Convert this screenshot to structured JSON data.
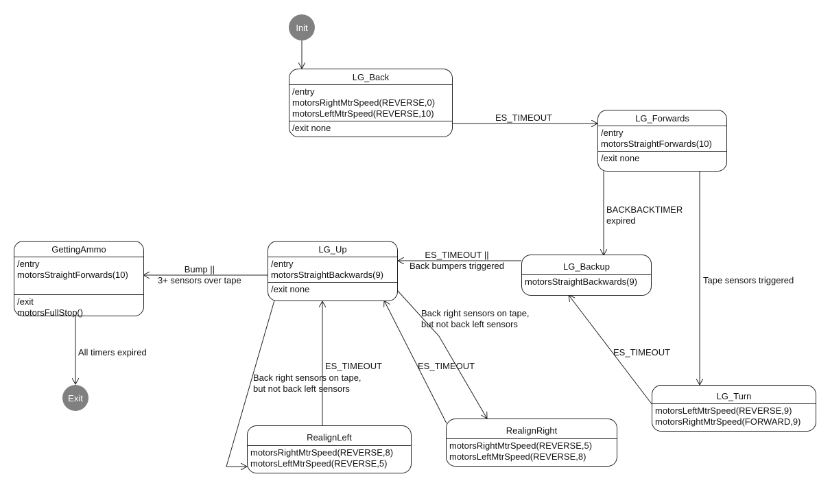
{
  "pseudostates": {
    "init": "Init",
    "exit": "Exit"
  },
  "states": {
    "lg_back": {
      "name": "LG_Back",
      "entry": [
        "/entry",
        "motorsRightMtrSpeed(REVERSE,0)",
        "motorsLeftMtrSpeed(REVERSE,10)"
      ],
      "exit": [
        "/exit none"
      ]
    },
    "lg_forwards": {
      "name": "LG_Forwards",
      "entry": [
        "/entry",
        "motorsStraightForwards(10)"
      ],
      "exit": [
        "/exit none"
      ]
    },
    "getting_ammo": {
      "name": "GettingAmmo",
      "entry": [
        "/entry",
        "motorsStraightForwards(10)"
      ],
      "exit": [
        "/exit",
        "motorsFullStop()"
      ]
    },
    "lg_up": {
      "name": "LG_Up",
      "entry": [
        "/entry",
        "motorsStraightBackwards(9)"
      ],
      "exit": [
        "/exit none"
      ]
    },
    "lg_backup": {
      "name": "LG_Backup",
      "entry": [
        "motorsStraightBackwards(9)"
      ]
    },
    "lg_turn": {
      "name": "LG_Turn",
      "entry": [
        "motorsLeftMtrSpeed(REVERSE,9)",
        "motorsRightMtrSpeed(FORWARD,9)"
      ]
    },
    "realign_left": {
      "name": "RealignLeft",
      "entry": [
        "motorsRightMtrSpeed(REVERSE,8)",
        "motorsLeftMtrSpeed(REVERSE,5)"
      ]
    },
    "realign_right": {
      "name": "RealignRight",
      "entry": [
        "motorsRightMtrSpeed(REVERSE,5)",
        "motorsLeftMtrSpeed(REVERSE,8)"
      ]
    }
  },
  "transitions": {
    "back_to_forwards": "ES_TIMEOUT",
    "forwards_to_backup": [
      "BACKBACKTIMER",
      "expired"
    ],
    "forwards_to_turn": "Tape sensors triggered",
    "backup_to_up": [
      "ES_TIMEOUT ||",
      "Back bumpers triggered"
    ],
    "up_to_ammo": [
      "Bump ||",
      "3+ sensors over tape"
    ],
    "ammo_to_exit": "All timers expired",
    "up_to_realign_right": [
      "Back right sensors on tape,",
      "but not back left sensors"
    ],
    "up_to_realign_left": [
      "Back right sensors on tape,",
      "but not back left sensors"
    ],
    "realign_left_to_up": "ES_TIMEOUT",
    "realign_right_to_up": "ES_TIMEOUT",
    "turn_to_backup": "ES_TIMEOUT"
  }
}
